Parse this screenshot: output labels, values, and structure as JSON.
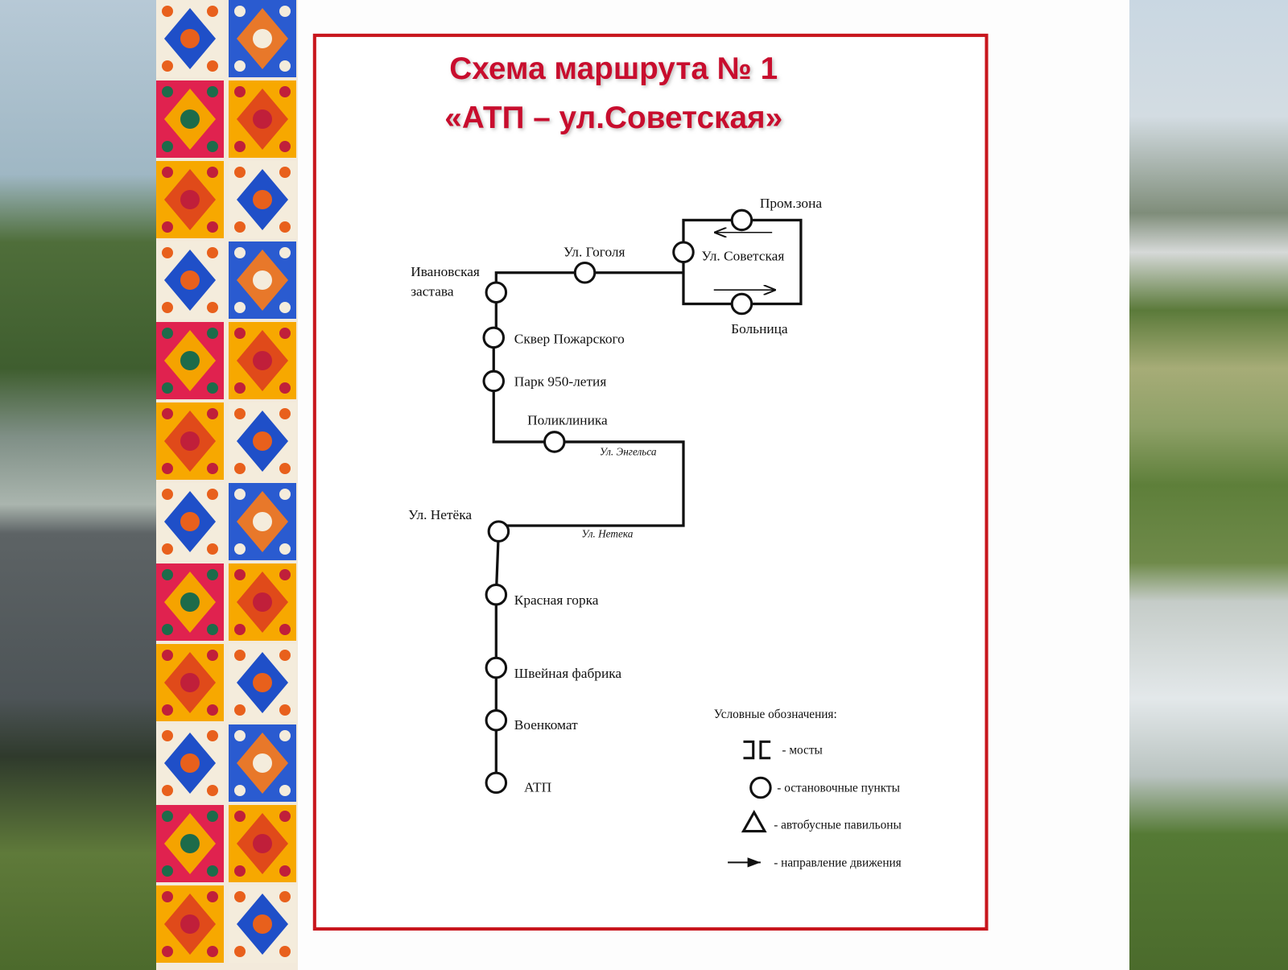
{
  "title": {
    "line1": "Схема маршрута № 1",
    "line2": "«АТП – ул.Советская»",
    "color": "#c8102e"
  },
  "border_color": "#c8161d",
  "stops": {
    "promzona": "Пром.зона",
    "sovetskaya": "Ул. Советская",
    "bolnitsa": "Больница",
    "gogolya": "Ул. Гоголя",
    "ivanovskaya_1": "Ивановская",
    "ivanovskaya_2": "застава",
    "skver": "Сквер Пожарского",
    "park": "Парк 950-летия",
    "poliklinika": "Поликлиника",
    "netyoka": "Ул. Нетёка",
    "krasnaya_gorka": "Красная горка",
    "shveynaya": "Швейная фабрика",
    "voenkomat": "Военкомат",
    "atp": "АТП"
  },
  "streets": {
    "engelsa": "Ул. Энгельса",
    "neteka": "Ул. Нетека"
  },
  "legend": {
    "heading": "Условные обозначения:",
    "bridges": "- мосты",
    "stops": "- остановочные пункты",
    "pavilions": "- автобусные павильоны",
    "direction": "- направление движения"
  }
}
